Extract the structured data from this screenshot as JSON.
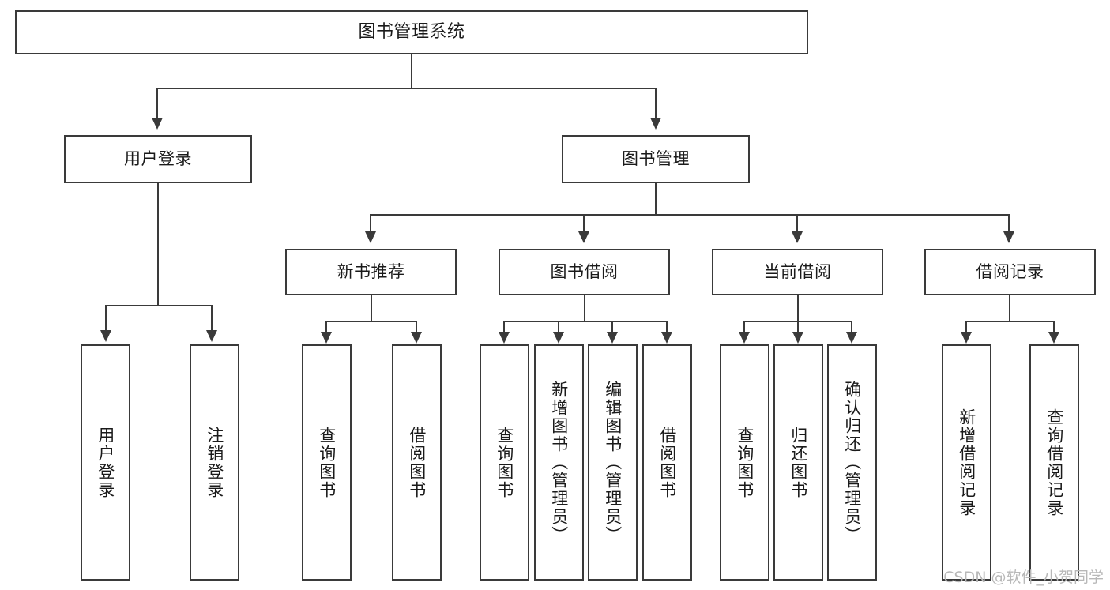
{
  "diagram": {
    "title": "图书管理系统",
    "type": "tree",
    "watermark": "CSDN @软件_小贺同学",
    "colors": {
      "stroke": "#3a3a3a",
      "fill": "#ffffff",
      "text": "#1a1a1a",
      "watermark": "#b8b8b8"
    },
    "root": {
      "label": "图书管理系统"
    },
    "level2": [
      {
        "label": "用户登录"
      },
      {
        "label": "图书管理"
      }
    ],
    "level3": [
      {
        "label": "新书推荐"
      },
      {
        "label": "图书借阅"
      },
      {
        "label": "当前借阅"
      },
      {
        "label": "借阅记录"
      }
    ],
    "leaves": {
      "user_login": [
        {
          "label": "用户登录"
        },
        {
          "label": "注销登录"
        }
      ],
      "new_book_recommend": [
        {
          "label": "查询图书"
        },
        {
          "label": "借阅图书"
        }
      ],
      "book_borrow": [
        {
          "label": "查询图书"
        },
        {
          "label": "新增图书（管理员）"
        },
        {
          "label": "编辑图书（管理员）"
        },
        {
          "label": "借阅图书"
        }
      ],
      "current_borrow": [
        {
          "label": "查询图书"
        },
        {
          "label": "归还图书"
        },
        {
          "label": "确认归还（管理员）"
        }
      ],
      "borrow_records": [
        {
          "label": "新增借阅记录"
        },
        {
          "label": "查询借阅记录"
        }
      ]
    }
  }
}
